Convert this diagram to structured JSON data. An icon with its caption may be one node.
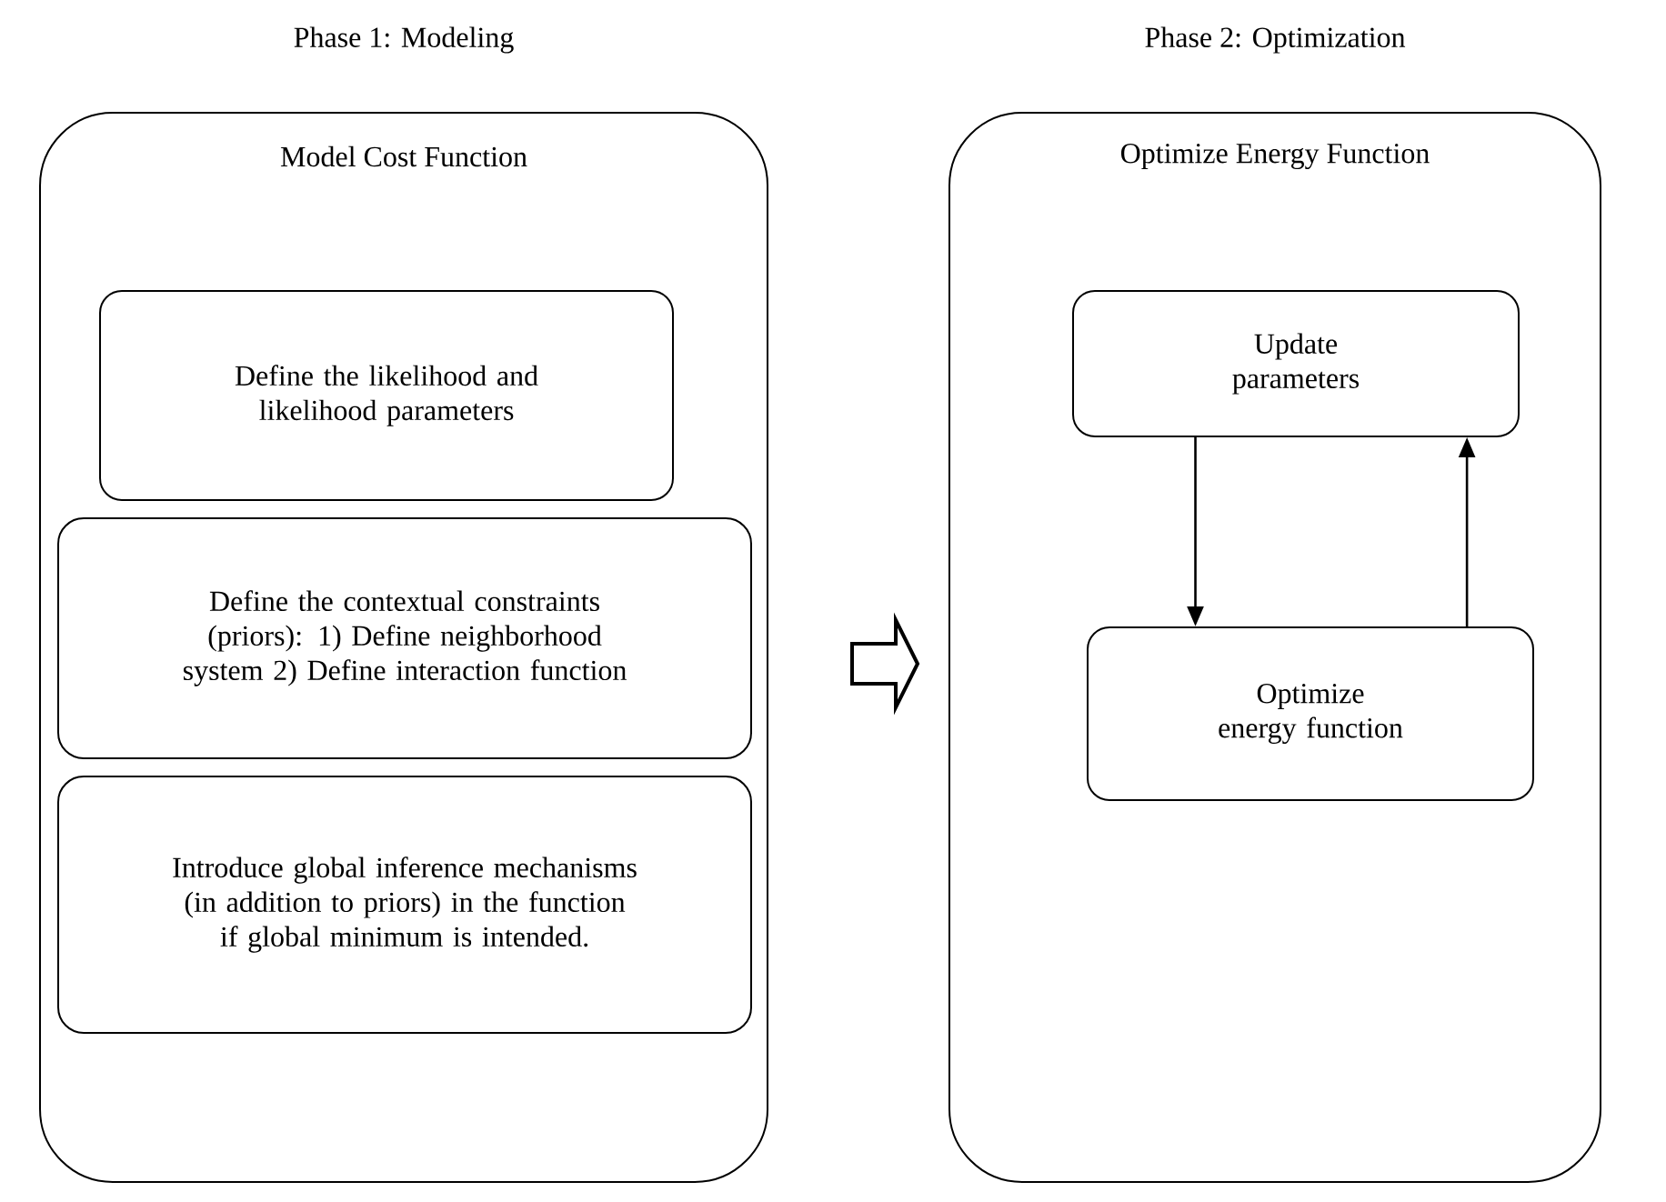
{
  "diagram": {
    "nodes": [
      {
        "text": [
          "Phase 1: Modeling",
          "Model Cost Function"
        ]
      },
      {
        "text": [
          "Define the likelihood and likelihood parameters"
        ],
        "in": 0
      },
      {
        "text": [
          "Define the contextual constraints (priors): 1) Define neighborhood system 2) Define interaction function"
        ],
        "in": 0
      },
      {
        "text": [
          "Introduce global inference mechanisms (in addition to priors) in the function if global minimum is intended."
        ],
        "in": 0
      },
      {
        "text": [
          "Phase 2: Optimization",
          "Optimize Energy Function"
        ]
      },
      {
        "text": [
          "Update parameters"
        ],
        "in": 4
      },
      {
        "text": [
          "Optimize energy function"
        ],
        "in": 4
      }
    ],
    "edges": [
      {
        "from": 0,
        "to": 4,
        "arrow": "to",
        "style": "thick"
      },
      {
        "from": 5,
        "to": 6,
        "arrow": "to"
      },
      {
        "from": 6,
        "to": 5,
        "arrow": "to"
      }
    ]
  }
}
